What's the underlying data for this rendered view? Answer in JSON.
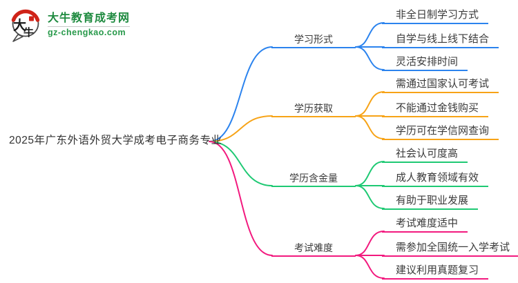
{
  "logo": {
    "bubble_char_top": "大",
    "bubble_char_bottom": "牛",
    "title": "大牛教育成考网",
    "domain": "gz-chengkao.com",
    "brand_green": "#1e8a3f",
    "seal_red": "#cf2318"
  },
  "mindmap": {
    "root": {
      "title": "2025年广东外语外贸大学成考电子商务专业"
    },
    "branches": [
      {
        "label": "学习形式",
        "color": "#2b83ee",
        "children": [
          "非全日制学习方式",
          "自学与线上线下结合",
          "灵活安排时间"
        ]
      },
      {
        "label": "学历获取",
        "color": "#f7a316",
        "children": [
          "需通过国家认可考试",
          "不能通过金钱购买",
          "学历可在学信网查询"
        ]
      },
      {
        "label": "学历含金量",
        "color": "#1ec973",
        "children": [
          "社会认可度高",
          "成人教育领域有效",
          "有助于职业发展"
        ]
      },
      {
        "label": "考试难度",
        "color": "#f2197e",
        "children": [
          "考试难度适中",
          "需参加全国统一入学考试",
          "建议利用真题复习"
        ]
      }
    ]
  }
}
